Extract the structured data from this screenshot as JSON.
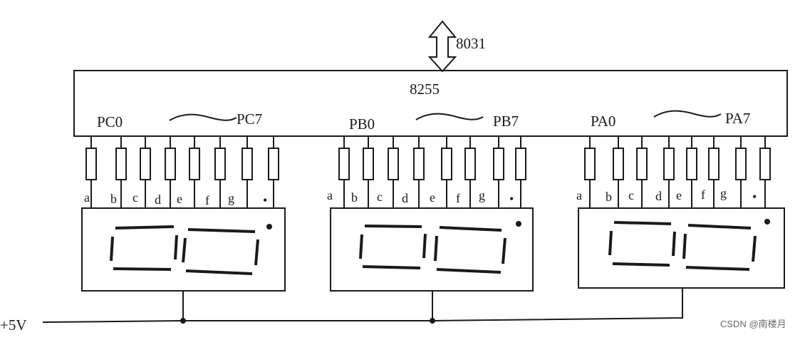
{
  "diagram": {
    "bus_label": "8031",
    "chip_label": "8255",
    "supply_label": "+5V",
    "watermark": "CSDN @南楼月",
    "ports": [
      {
        "id": "pc",
        "start_label": "PC0",
        "end_label": "PC7",
        "pin_labels": [
          "a",
          "b",
          "c",
          "d",
          "e",
          "f",
          "g",
          "•"
        ]
      },
      {
        "id": "pb",
        "start_label": "PB0",
        "end_label": "PB7",
        "pin_labels": [
          "a",
          "b",
          "c",
          "d",
          "e",
          "f",
          "g",
          "•"
        ]
      },
      {
        "id": "pa",
        "start_label": "PA0",
        "end_label": "PA7",
        "pin_labels": [
          "a",
          "b",
          "c",
          "d",
          "e",
          "f",
          "g",
          "•"
        ]
      }
    ],
    "colors": {
      "ink": "#1a1a1a",
      "background": "#ffffff",
      "watermark": "#6b6b6b"
    }
  }
}
